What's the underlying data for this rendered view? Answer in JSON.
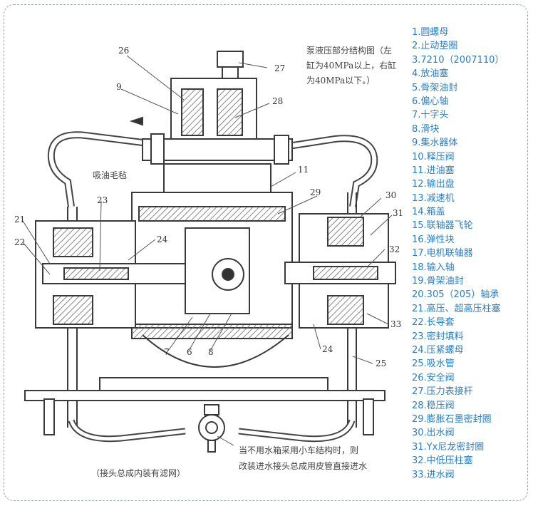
{
  "diagram": {
    "header_note_lines": [
      "泵液压部分结构图（左",
      "缸为40MPa以上，右缸",
      "为40MPa以下。）"
    ],
    "label_suction_filter": "吸油毛毡",
    "footer_note_lines": [
      "当不用水箱采用小车结构时，则",
      "改装进水接头总成用皮管直接进水"
    ],
    "footer_left_note": "（接头总成内装有滤网）",
    "callouts": [
      "26",
      "27",
      "9",
      "28",
      "11",
      "29",
      "30",
      "31",
      "32",
      "33",
      "23",
      "24",
      "21",
      "22",
      "24",
      "25",
      "7",
      "6",
      "8"
    ]
  },
  "legend": [
    "1.圆螺母",
    "2.止动垫圈",
    "3.7210（2007110）",
    "4.放油塞",
    "5.骨架油封",
    "6.偏心轴",
    "7.十字头",
    "8.滑块",
    "9.集水器体",
    "10.释压阀",
    "11.进油塞",
    "12.输出盘",
    "13.减速机",
    "14.箱盖",
    "15.联轴器飞轮",
    "16.弹性块",
    "17.电机联轴器",
    "18.输入轴",
    "19.骨架油封",
    "20.305（205）轴承",
    "21.高压、超高压柱塞",
    "22.长导套",
    "23.密封填料",
    "24.压紧螺母",
    "25.吸水管",
    "26.安全阀",
    "27.压力表接杆",
    "28.稳压阀",
    "29.膨胀石墨密封圈",
    "30.出水阀",
    "31.Yx尼龙密封圈",
    "32.中低压柱塞",
    "33.进水阀"
  ],
  "colors": {
    "legend_text": "#2a7fc0",
    "line": "#3a3a3a",
    "hatch": "#6a6a6a",
    "frame": "#9aa6b2"
  }
}
